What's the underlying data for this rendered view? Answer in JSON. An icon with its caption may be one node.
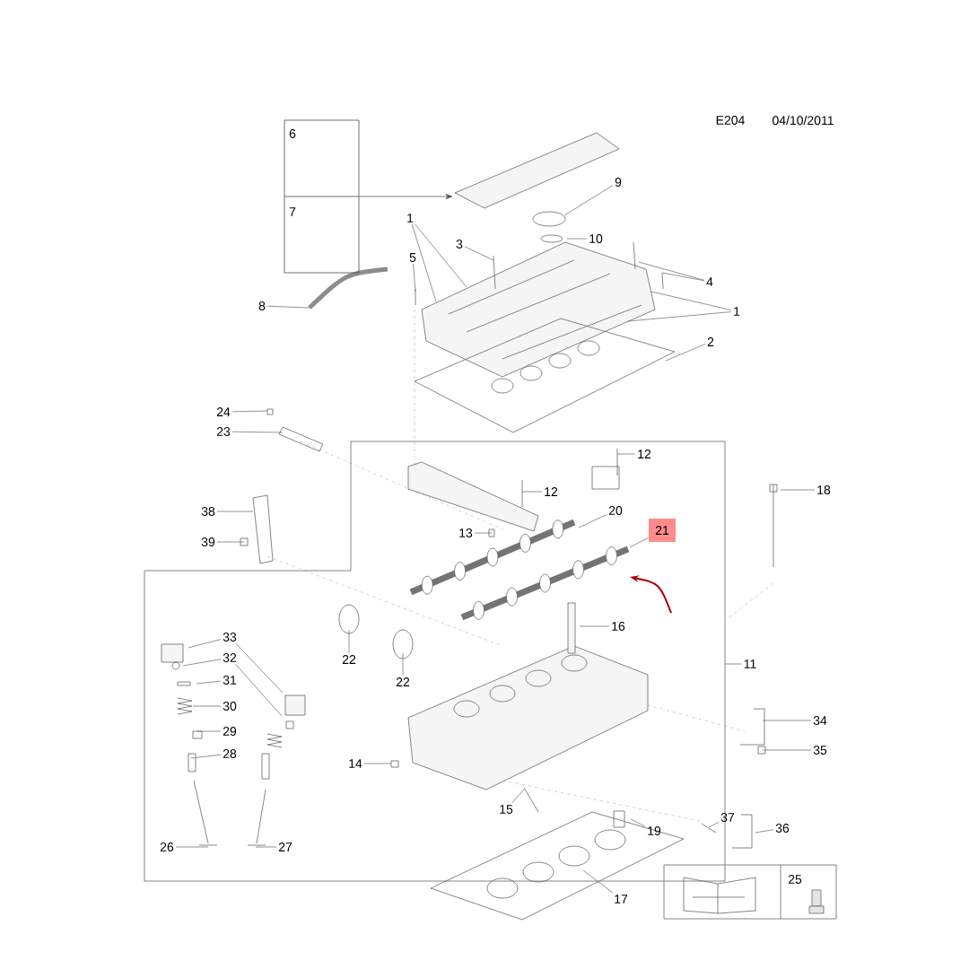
{
  "diagram": {
    "nodes": [
      {
        "text": [],
        "shape": "box"
      },
      {
        "text": [
          "6"
        ],
        "in": 0
      },
      {
        "text": [
          "7"
        ],
        "in": 0
      },
      {
        "text": [],
        "shape": "picture"
      },
      {
        "text": [
          "9"
        ]
      },
      {
        "text": [
          "10"
        ]
      },
      {
        "text": [
          "1"
        ]
      },
      {
        "text": [
          "3"
        ]
      },
      {
        "text": [
          "5"
        ]
      },
      {
        "text": [
          "4"
        ]
      },
      {
        "text": [
          "8"
        ]
      },
      {
        "text": [
          "1"
        ]
      },
      {
        "text": [
          "2"
        ]
      },
      {
        "text": [
          "24"
        ]
      },
      {
        "text": [
          "23"
        ]
      },
      {
        "text": [
          "12"
        ]
      },
      {
        "text": [
          "12"
        ]
      },
      {
        "text": [
          "18"
        ]
      },
      {
        "text": [
          "20"
        ]
      },
      {
        "text": [
          "38"
        ]
      },
      {
        "text": [
          "21"
        ]
      },
      {
        "text": [
          "13"
        ]
      },
      {
        "text": [
          "39"
        ]
      },
      {
        "text": [
          "16"
        ]
      },
      {
        "text": [
          "33"
        ]
      },
      {
        "text": [
          "32"
        ]
      },
      {
        "text": [
          "22"
        ]
      },
      {
        "text": [
          "11"
        ]
      },
      {
        "text": [
          "31"
        ]
      },
      {
        "text": [
          "22"
        ]
      },
      {
        "text": [
          "30"
        ]
      },
      {
        "text": [
          "34"
        ]
      },
      {
        "text": [
          "29"
        ]
      },
      {
        "text": [
          "35"
        ]
      },
      {
        "text": [
          "28"
        ]
      },
      {
        "text": [
          "14"
        ]
      },
      {
        "text": [
          "15"
        ]
      },
      {
        "text": [
          "37"
        ]
      },
      {
        "text": [
          "36"
        ]
      },
      {
        "text": [
          "19"
        ]
      },
      {
        "text": [
          "26"
        ]
      },
      {
        "text": [
          "27"
        ]
      },
      {
        "text": [
          "17"
        ]
      }
    ],
    "edges": [
      {
        "from": 0,
        "to": 3,
        "arrow": "to"
      },
      {
        "from": 4,
        "to": null,
        "arrow": "none"
      },
      {
        "from": 5,
        "to": null,
        "arrow": "none"
      },
      {
        "from": 6,
        "to": null,
        "arrow": "none"
      },
      {
        "from": 6,
        "to": null,
        "arrow": "none"
      },
      {
        "from": 7,
        "to": null,
        "arrow": "none"
      },
      {
        "from": 8,
        "to": null,
        "arrow": "none"
      },
      {
        "from": 9,
        "to": null,
        "arrow": "none"
      },
      {
        "from": 9,
        "to": null,
        "arrow": "none"
      },
      {
        "from": 10,
        "to": null,
        "arrow": "none"
      },
      {
        "from": 11,
        "to": null,
        "arrow": "none"
      },
      {
        "from": 11,
        "to": null,
        "arrow": "none"
      },
      {
        "from": 12,
        "to": null,
        "arrow": "none"
      },
      {
        "from": 13,
        "to": null,
        "arrow": "none"
      },
      {
        "from": 14,
        "to": null,
        "arrow": "none"
      },
      {
        "from": 15,
        "to": null,
        "arrow": "none"
      },
      {
        "from": 16,
        "to": null,
        "arrow": "none"
      },
      {
        "from": 17,
        "to": null,
        "arrow": "none"
      },
      {
        "from": 18,
        "to": null,
        "arrow": "none"
      },
      {
        "from": 19,
        "to": null,
        "arrow": "none"
      },
      {
        "from": 20,
        "to": null,
        "arrow": "none"
      },
      {
        "from": 21,
        "to": null,
        "arrow": "none"
      },
      {
        "from": 22,
        "to": null,
        "arrow": "none"
      },
      {
        "from": 23,
        "to": null,
        "arrow": "none"
      },
      {
        "from": 24,
        "to": null,
        "arrow": "none"
      },
      {
        "from": 24,
        "to": null,
        "arrow": "none"
      },
      {
        "from": 25,
        "to": null,
        "arrow": "none"
      },
      {
        "from": 25,
        "to": null,
        "arrow": "none"
      },
      {
        "from": 26,
        "to": null,
        "arrow": "none"
      },
      {
        "from": 27,
        "to": null,
        "arrow": "none"
      },
      {
        "from": 28,
        "to": null,
        "arrow": "none"
      },
      {
        "from": 29,
        "to": null,
        "arrow": "none"
      },
      {
        "from": 30,
        "to": null,
        "arrow": "none"
      },
      {
        "from": 31,
        "to": null,
        "arrow": "none"
      },
      {
        "from": 32,
        "to": null,
        "arrow": "none"
      },
      {
        "from": 33,
        "to": null,
        "arrow": "none"
      },
      {
        "from": 34,
        "to": null,
        "arrow": "none"
      },
      {
        "from": 35,
        "to": null,
        "arrow": "none"
      },
      {
        "from": 36,
        "to": null,
        "arrow": "none"
      },
      {
        "from": 37,
        "to": null,
        "arrow": "none"
      },
      {
        "from": 38,
        "to": null,
        "arrow": "none"
      },
      {
        "from": 39,
        "to": null,
        "arrow": "none"
      },
      {
        "from": 40,
        "to": null,
        "arrow": "none"
      },
      {
        "from": 41,
        "to": null,
        "arrow": "none"
      },
      {
        "from": 42,
        "to": null,
        "arrow": "none"
      }
    ],
    "labels": [
      "E204",
      "04/10/2011",
      "25"
    ]
  }
}
